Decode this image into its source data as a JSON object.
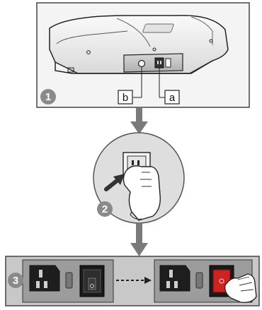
{
  "callouts": {
    "a": "a",
    "b": "b"
  },
  "steps": [
    "1",
    "2",
    "3"
  ],
  "colors": {
    "panel_border": "#444444",
    "panel_fill": "#f4f4f4",
    "device_body": "#efefef",
    "step_badge": "#8a8a8a",
    "arrow": "#7a7a7a",
    "hand_circle": "#dedede",
    "panel3_bg": "#c8c8c8",
    "switch_on": "#cc2222"
  },
  "icons": [
    "power-socket-icon",
    "power-switch-icon",
    "wall-outlet-icon",
    "hand-icon",
    "dashed-arrow-icon"
  ]
}
